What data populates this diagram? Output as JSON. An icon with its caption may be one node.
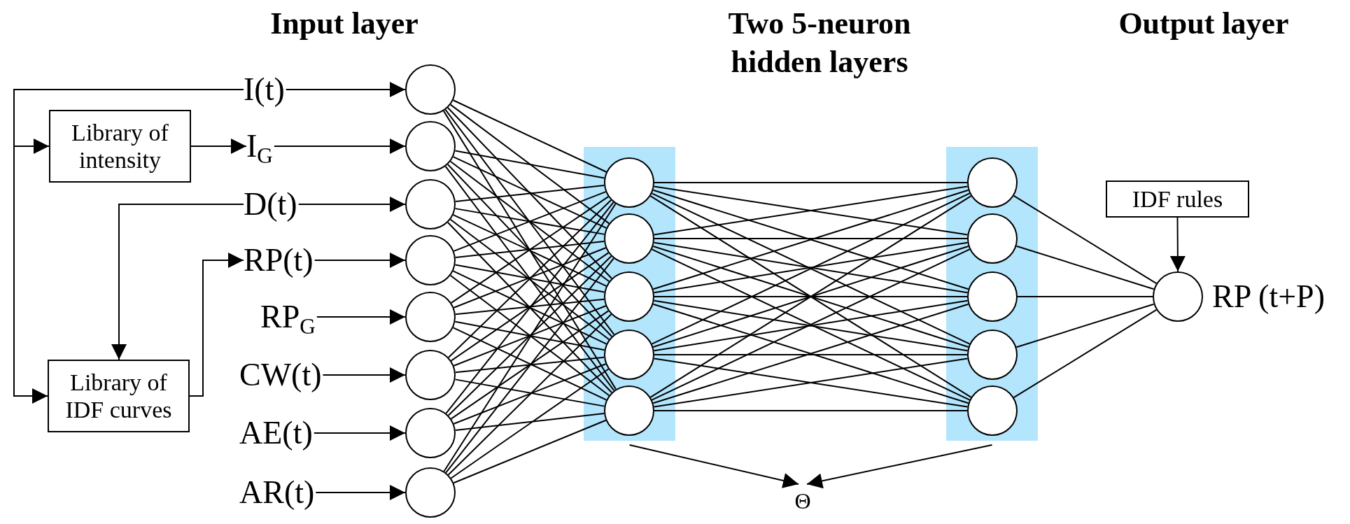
{
  "diagram": {
    "nodes": [
      {
        "text": [
          "Library of intensity"
        ]
      },
      {
        "text": [
          "Library of IDF curves"
        ]
      },
      {
        "text": [
          "I(t)"
        ]
      },
      {
        "text": [
          "I$_{G}$"
        ]
      },
      {
        "text": [
          "D(t)"
        ]
      },
      {
        "text": [
          "RP(t)"
        ]
      },
      {
        "text": [
          "RP$_{G}$"
        ]
      },
      {
        "text": [
          "CW(t)"
        ]
      },
      {
        "text": [
          "AE(t)"
        ]
      },
      {
        "text": [
          "AR(t)"
        ]
      },
      {
        "text": [],
        "shape": "circle"
      },
      {
        "text": [],
        "shape": "circle"
      },
      {
        "text": [],
        "shape": "circle"
      },
      {
        "text": [],
        "shape": "circle"
      },
      {
        "text": [],
        "shape": "circle"
      },
      {
        "text": [],
        "shape": "circle"
      },
      {
        "text": [],
        "shape": "circle"
      },
      {
        "text": [],
        "shape": "circle"
      },
      {
        "text": [],
        "shape": "box"
      },
      {
        "text": [],
        "shape": "circle",
        "in": 18
      },
      {
        "text": [],
        "shape": "circle",
        "in": 18
      },
      {
        "text": [],
        "shape": "circle",
        "in": 18
      },
      {
        "text": [],
        "shape": "circle",
        "in": 18
      },
      {
        "text": [],
        "shape": "circle",
        "in": 18
      },
      {
        "text": [],
        "shape": "box"
      },
      {
        "text": [],
        "shape": "circle",
        "in": 24
      },
      {
        "text": [],
        "shape": "circle",
        "in": 24
      },
      {
        "text": [],
        "shape": "circle",
        "in": 24
      },
      {
        "text": [],
        "shape": "circle",
        "in": 24
      },
      {
        "text": [],
        "shape": "circle",
        "in": 24
      },
      {
        "text": [],
        "shape": "circle",
        "beside": [
          "RP (t+P)"
        ]
      },
      {
        "text": [
          "IDF rules"
        ]
      },
      {
        "text": [
          "Θ"
        ]
      }
    ],
    "edges": [
      {
        "from": 2,
        "to": 0,
        "arrow": "to"
      },
      {
        "from": 2,
        "to": 1,
        "arrow": "to"
      },
      {
        "from": 4,
        "to": 1,
        "arrow": "to"
      },
      {
        "from": 0,
        "to": 3,
        "arrow": "to"
      },
      {
        "from": 1,
        "to": 5,
        "arrow": "to"
      },
      {
        "from": 2,
        "to": 10,
        "arrow": "to"
      },
      {
        "from": 3,
        "to": 11,
        "arrow": "to"
      },
      {
        "from": 4,
        "to": 12,
        "arrow": "to"
      },
      {
        "from": 5,
        "to": 13,
        "arrow": "to"
      },
      {
        "from": 6,
        "to": 14,
        "arrow": "to"
      },
      {
        "from": 7,
        "to": 15,
        "arrow": "to"
      },
      {
        "from": 8,
        "to": 16,
        "arrow": "to"
      },
      {
        "from": 9,
        "to": 17,
        "arrow": "to"
      },
      {
        "from": 10,
        "to": 19,
        "arrow": "none"
      },
      {
        "from": 10,
        "to": 20,
        "arrow": "none"
      },
      {
        "from": 10,
        "to": 21,
        "arrow": "none"
      },
      {
        "from": 10,
        "to": 22,
        "arrow": "none"
      },
      {
        "from": 10,
        "to": 23,
        "arrow": "none"
      },
      {
        "from": 11,
        "to": 19,
        "arrow": "none"
      },
      {
        "from": 11,
        "to": 20,
        "arrow": "none"
      },
      {
        "from": 11,
        "to": 21,
        "arrow": "none"
      },
      {
        "from": 11,
        "to": 22,
        "arrow": "none"
      },
      {
        "from": 11,
        "to": 23,
        "arrow": "none"
      },
      {
        "from": 12,
        "to": 19,
        "arrow": "none"
      },
      {
        "from": 12,
        "to": 20,
        "arrow": "none"
      },
      {
        "from": 12,
        "to": 21,
        "arrow": "none"
      },
      {
        "from": 12,
        "to": 22,
        "arrow": "none"
      },
      {
        "from": 12,
        "to": 23,
        "arrow": "none"
      },
      {
        "from": 13,
        "to": 19,
        "arrow": "none"
      },
      {
        "from": 13,
        "to": 20,
        "arrow": "none"
      },
      {
        "from": 13,
        "to": 21,
        "arrow": "none"
      },
      {
        "from": 13,
        "to": 22,
        "arrow": "none"
      },
      {
        "from": 13,
        "to": 23,
        "arrow": "none"
      },
      {
        "from": 14,
        "to": 19,
        "arrow": "none"
      },
      {
        "from": 14,
        "to": 20,
        "arrow": "none"
      },
      {
        "from": 14,
        "to": 21,
        "arrow": "none"
      },
      {
        "from": 14,
        "to": 22,
        "arrow": "none"
      },
      {
        "from": 14,
        "to": 23,
        "arrow": "none"
      },
      {
        "from": 15,
        "to": 19,
        "arrow": "none"
      },
      {
        "from": 15,
        "to": 20,
        "arrow": "none"
      },
      {
        "from": 15,
        "to": 21,
        "arrow": "none"
      },
      {
        "from": 15,
        "to": 22,
        "arrow": "none"
      },
      {
        "from": 15,
        "to": 23,
        "arrow": "none"
      },
      {
        "from": 16,
        "to": 19,
        "arrow": "none"
      },
      {
        "from": 16,
        "to": 20,
        "arrow": "none"
      },
      {
        "from": 16,
        "to": 21,
        "arrow": "none"
      },
      {
        "from": 16,
        "to": 22,
        "arrow": "none"
      },
      {
        "from": 16,
        "to": 23,
        "arrow": "none"
      },
      {
        "from": 17,
        "to": 19,
        "arrow": "none"
      },
      {
        "from": 17,
        "to": 20,
        "arrow": "none"
      },
      {
        "from": 17,
        "to": 21,
        "arrow": "none"
      },
      {
        "from": 17,
        "to": 22,
        "arrow": "none"
      },
      {
        "from": 17,
        "to": 23,
        "arrow": "none"
      },
      {
        "from": 19,
        "to": 25,
        "arrow": "none"
      },
      {
        "from": 19,
        "to": 26,
        "arrow": "none"
      },
      {
        "from": 19,
        "to": 27,
        "arrow": "none"
      },
      {
        "from": 19,
        "to": 28,
        "arrow": "none"
      },
      {
        "from": 19,
        "to": 29,
        "arrow": "none"
      },
      {
        "from": 20,
        "to": 25,
        "arrow": "none"
      },
      {
        "from": 20,
        "to": 26,
        "arrow": "none"
      },
      {
        "from": 20,
        "to": 27,
        "arrow": "none"
      },
      {
        "from": 20,
        "to": 28,
        "arrow": "none"
      },
      {
        "from": 20,
        "to": 29,
        "arrow": "none"
      },
      {
        "from": 21,
        "to": 25,
        "arrow": "none"
      },
      {
        "from": 21,
        "to": 26,
        "arrow": "none"
      },
      {
        "from": 21,
        "to": 27,
        "arrow": "none"
      },
      {
        "from": 21,
        "to": 28,
        "arrow": "none"
      },
      {
        "from": 21,
        "to": 29,
        "arrow": "none"
      },
      {
        "from": 22,
        "to": 25,
        "arrow": "none"
      },
      {
        "from": 22,
        "to": 26,
        "arrow": "none"
      },
      {
        "from": 22,
        "to": 27,
        "arrow": "none"
      },
      {
        "from": 22,
        "to": 28,
        "arrow": "none"
      },
      {
        "from": 22,
        "to": 29,
        "arrow": "none"
      },
      {
        "from": 23,
        "to": 25,
        "arrow": "none"
      },
      {
        "from": 23,
        "to": 26,
        "arrow": "none"
      },
      {
        "from": 23,
        "to": 27,
        "arrow": "none"
      },
      {
        "from": 23,
        "to": 28,
        "arrow": "none"
      },
      {
        "from": 23,
        "to": 29,
        "arrow": "none"
      },
      {
        "from": 25,
        "to": 30,
        "arrow": "none"
      },
      {
        "from": 26,
        "to": 30,
        "arrow": "none"
      },
      {
        "from": 27,
        "to": 30,
        "arrow": "none"
      },
      {
        "from": 28,
        "to": 30,
        "arrow": "none"
      },
      {
        "from": 29,
        "to": 30,
        "arrow": "none"
      },
      {
        "from": 31,
        "to": 30,
        "arrow": "to"
      },
      {
        "from": 18,
        "to": 32,
        "arrow": "to"
      },
      {
        "from": 24,
        "to": 32,
        "arrow": "to"
      }
    ],
    "labels": [
      "Input layer",
      "Two 5-neuron hidden layers",
      "Output layer"
    ]
  }
}
